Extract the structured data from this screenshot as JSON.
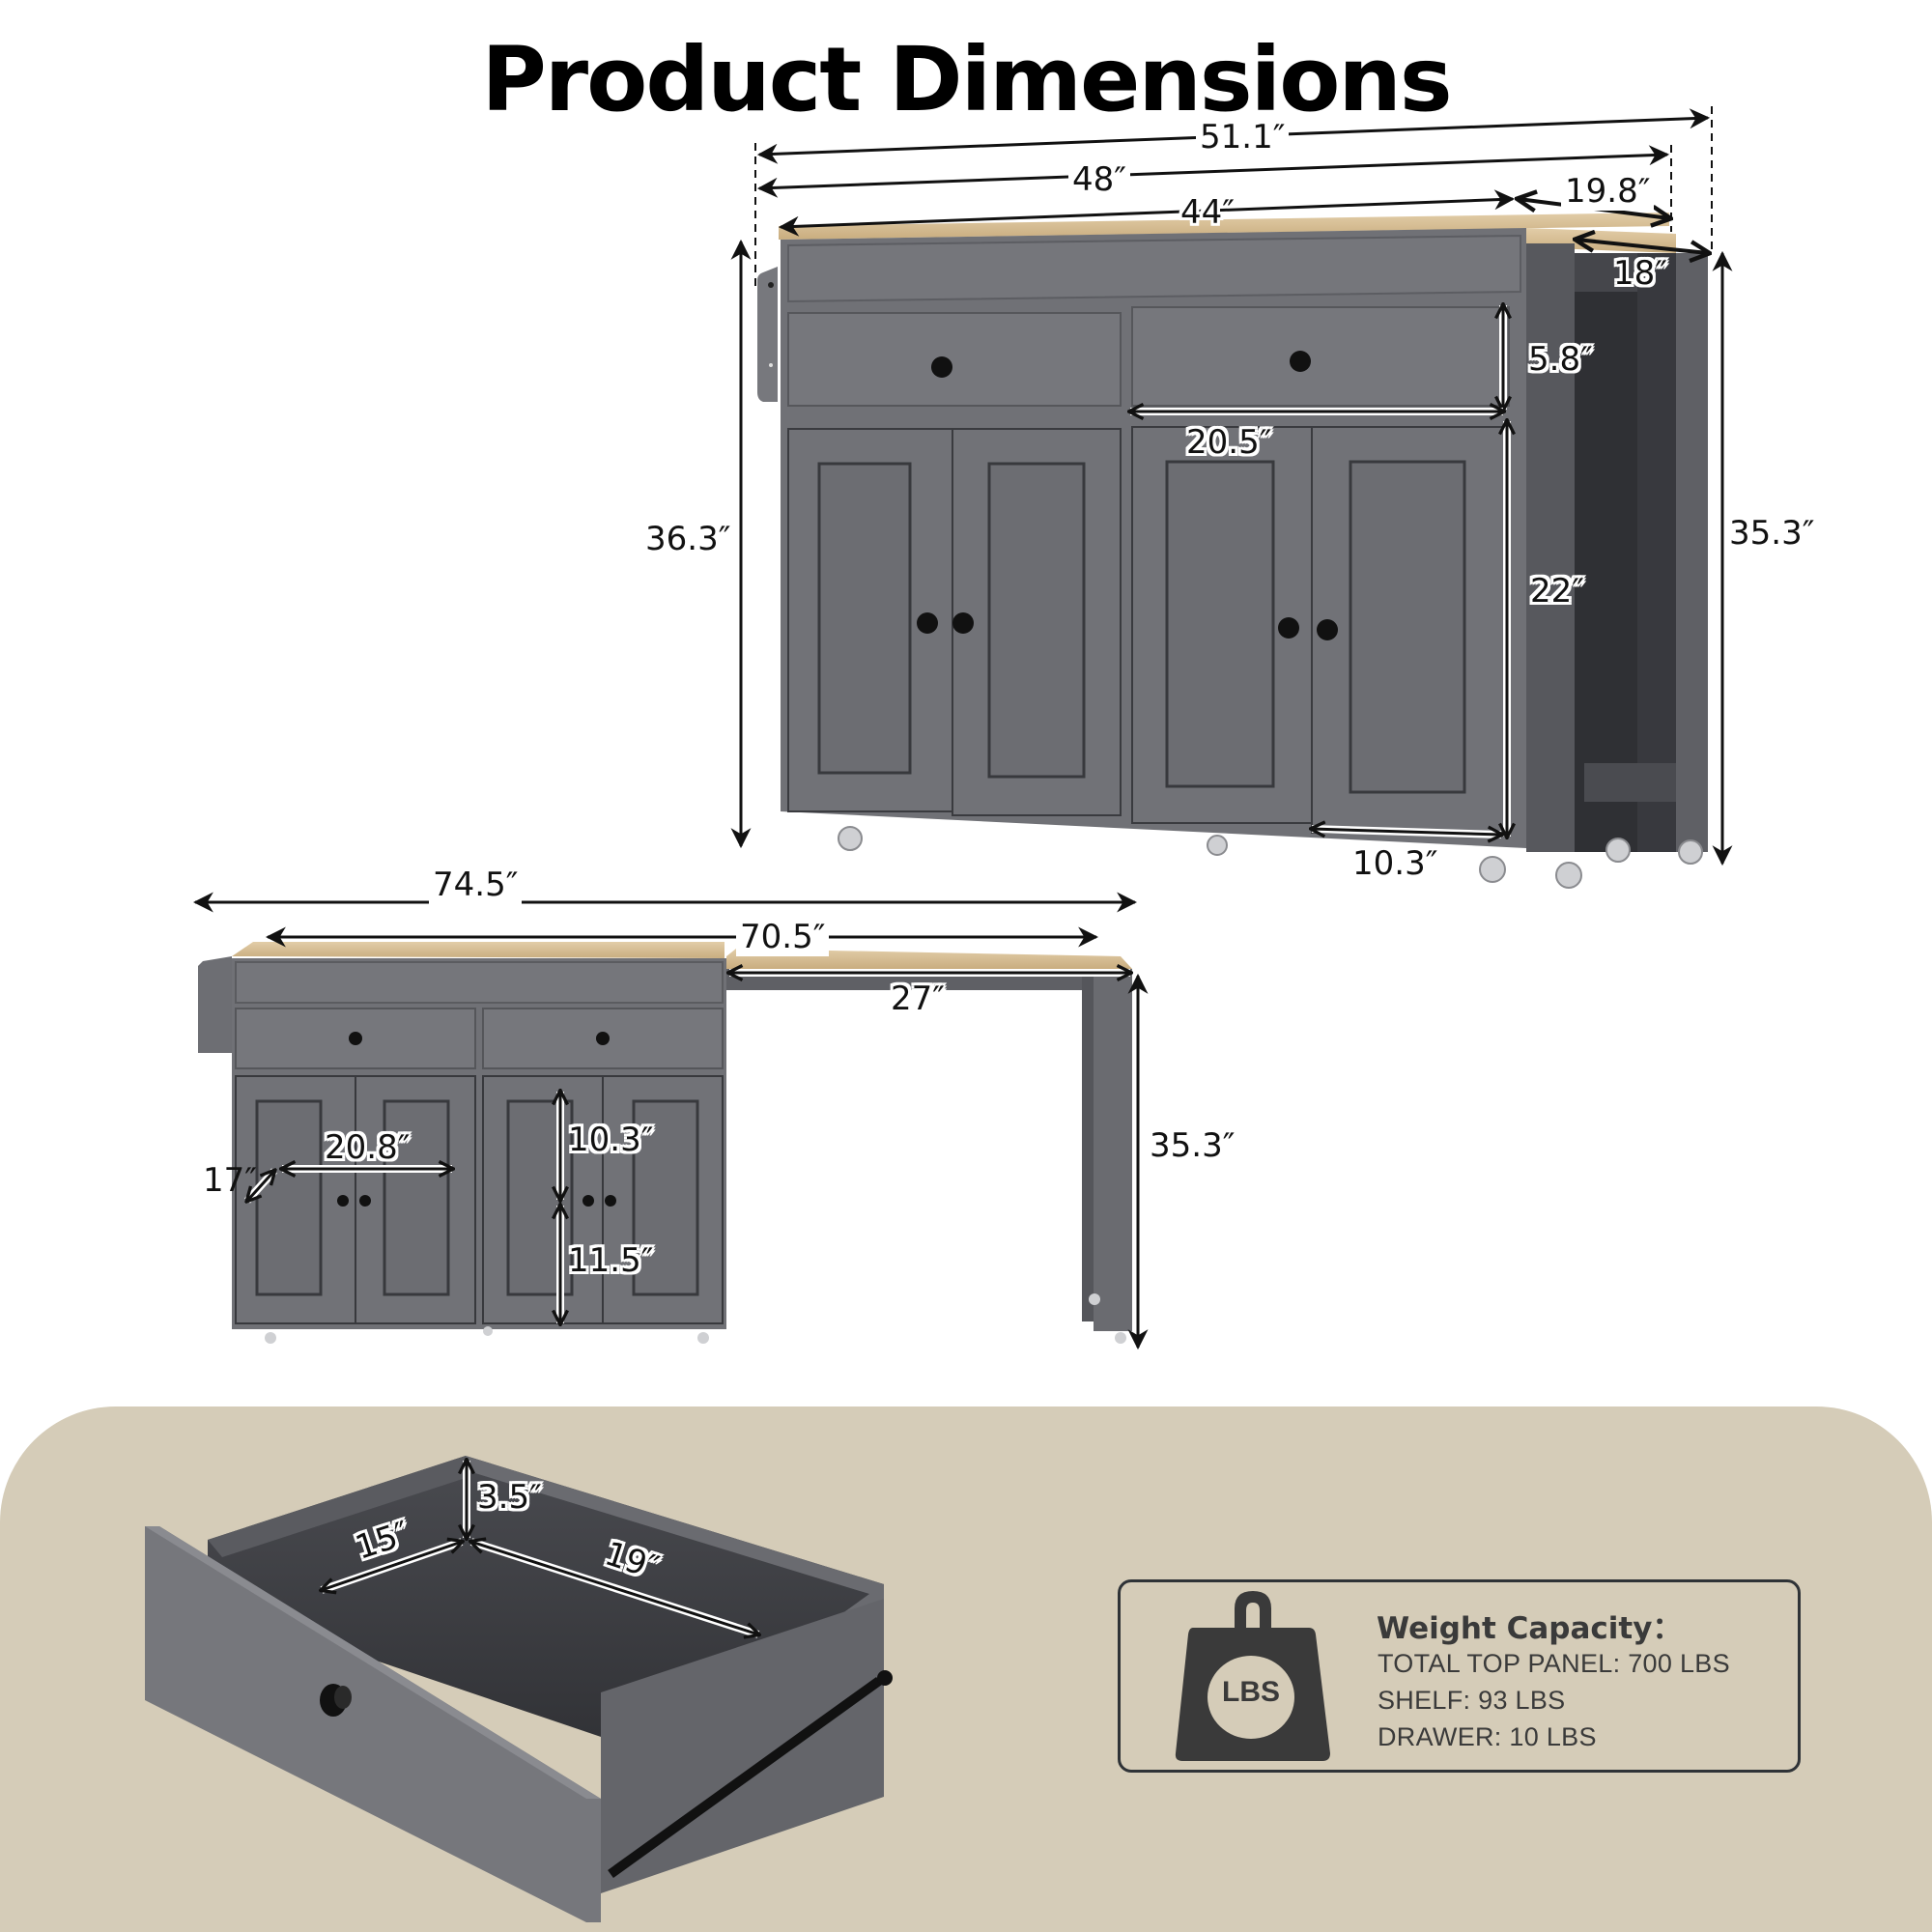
{
  "header": {
    "title": "Product Dimensions"
  },
  "colors": {
    "cabinet_gray": "#6e6f74",
    "cabinet_dark": "#3c3d42",
    "wood_top": "#d8c19a",
    "beige_panel": "#d5ccb8",
    "icon_dark": "#3a3a3a",
    "text": "#111111"
  },
  "standard_view": {
    "overall_width_with_leaf": "51.1″",
    "top_width": "48″",
    "cabinet_width": "44″",
    "leaf_width": "19.8″",
    "leaf_depth": "18″",
    "drawer_height": "5.8″",
    "drawer_width": "20.5″",
    "cabinet_height": "22″",
    "door_width": "10.3″",
    "total_height": "36.3″",
    "leaf_height": "35.3″"
  },
  "extended_view": {
    "overall_length": "74.5″",
    "top_length": "70.5″",
    "extension_length": "27″",
    "leg_height": "35.3″",
    "shelf_width": "20.8″",
    "shelf_depth": "17″",
    "upper_shelf_height": "10.3″",
    "lower_shelf_height": "11.5″"
  },
  "drawer_detail": {
    "depth": "3.5″",
    "width": "15″",
    "length": "19″"
  },
  "weight_capacity": {
    "icon": "weight-lbs-icon",
    "icon_label": "LBS",
    "title": "Weight Capacity：",
    "lines": [
      "TOTAL TOP PANEL: 700 LBS",
      "SHELF: 93 LBS",
      "DRAWER: 10 LBS"
    ]
  }
}
